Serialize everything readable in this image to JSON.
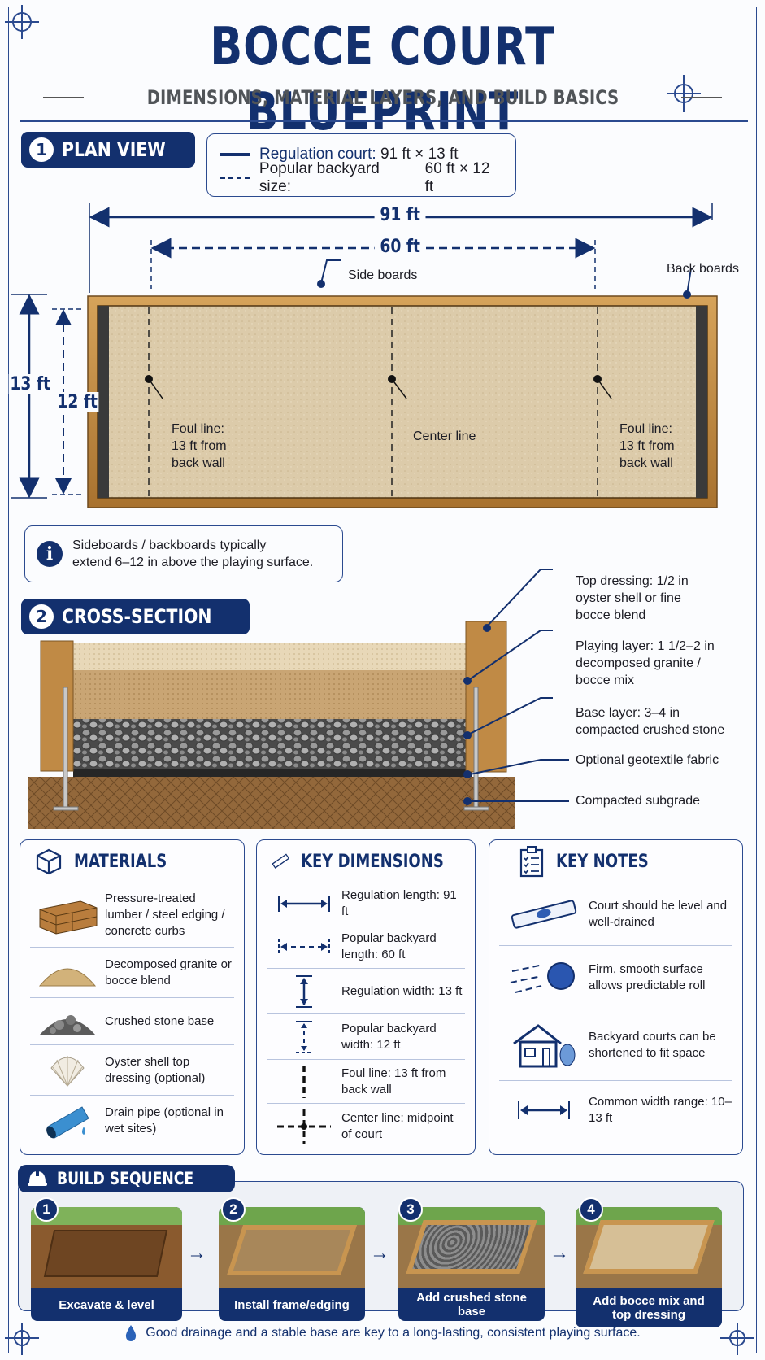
{
  "header": {
    "title": "BOCCE COURT BLUEPRINT",
    "subtitle": "DIMENSIONS, MATERIAL LAYERS, AND BUILD BASICS"
  },
  "plan_view": {
    "badge_number": "1",
    "badge_label": "PLAN VIEW",
    "legend": [
      {
        "key": "Regulation court:",
        "value": "91 ft × 13 ft",
        "style": "solid"
      },
      {
        "key": "Popular backyard size:",
        "value": "60 ft × 12 ft",
        "style": "dashed"
      }
    ],
    "dimensions": {
      "regulation_length": "91 ft",
      "backyard_length": "60 ft",
      "regulation_width": "13 ft",
      "backyard_width": "12 ft"
    },
    "labels": {
      "side_boards": "Side boards",
      "back_boards": "Back boards",
      "foul_line_left": [
        "Foul line:",
        "13 ft from",
        "back wall"
      ],
      "center_line": "Center line",
      "foul_line_right": [
        "Foul line:",
        "13 ft from",
        "back wall"
      ]
    },
    "info": {
      "icon": "info-icon",
      "line1": "Sideboards / backboards typically",
      "line2": "extend 6–12 in above the playing surface."
    }
  },
  "cross_section": {
    "badge_number": "2",
    "badge_label": "CROSS-SECTION",
    "layers": [
      {
        "lines": [
          "Top dressing: 1/2 in",
          "oyster shell or fine",
          "bocce blend"
        ]
      },
      {
        "lines": [
          "Playing layer: 1 1/2–2 in",
          "decomposed granite /",
          "bocce mix"
        ]
      },
      {
        "lines": [
          "Base layer:  3–4 in",
          "compacted crushed stone"
        ]
      },
      {
        "lines": [
          "Optional geotextile fabric"
        ]
      },
      {
        "lines": [
          "Compacted subgrade"
        ]
      }
    ]
  },
  "materials": {
    "title": "MATERIALS",
    "icon": "box-icon",
    "items": [
      {
        "icon": "lumber-icon",
        "text": "Pressure-treated lumber / steel edging / concrete curbs"
      },
      {
        "icon": "granite-pile-icon",
        "text": "Decomposed granite or bocce blend"
      },
      {
        "icon": "stone-pile-icon",
        "text": "Crushed stone base"
      },
      {
        "icon": "shell-icon",
        "text": "Oyster shell top dressing (optional)"
      },
      {
        "icon": "drain-pipe-icon",
        "text": "Drain pipe (optional in wet sites)"
      }
    ]
  },
  "key_dimensions": {
    "title": "KEY DIMENSIONS",
    "icon": "ruler-icon",
    "items": [
      {
        "icon": "solid-horizontal-arrow-icon",
        "text": "Regulation length: 91 ft"
      },
      {
        "icon": "dashed-horizontal-arrow-icon",
        "text": "Popular backyard length: 60 ft"
      },
      {
        "icon": "solid-vertical-arrow-icon",
        "text": "Regulation width: 13 ft"
      },
      {
        "icon": "dashed-vertical-arrow-icon",
        "text": "Popular backyard width: 12 ft"
      },
      {
        "icon": "dashed-vertical-line-icon",
        "text": "Foul line: 13 ft from back wall"
      },
      {
        "icon": "center-cross-icon",
        "text": "Center line: midpoint of court"
      }
    ]
  },
  "key_notes": {
    "title": "KEY NOTES",
    "icon": "clipboard-icon",
    "items": [
      {
        "icon": "level-icon",
        "text": "Court should be level and well-drained"
      },
      {
        "icon": "rolling-ball-icon",
        "text": "Firm, smooth surface allows predictable roll"
      },
      {
        "icon": "house-icon",
        "text": "Backyard courts can be shortened to fit space"
      },
      {
        "icon": "width-arrow-icon",
        "text": "Common width range: 10–13 ft"
      }
    ]
  },
  "build_sequence": {
    "title": "BUILD SEQUENCE",
    "icon": "hard-hat-icon",
    "steps": [
      {
        "number": "1",
        "label": "Excavate & level"
      },
      {
        "number": "2",
        "label": "Install frame/edging"
      },
      {
        "number": "3",
        "label": "Add crushed stone base"
      },
      {
        "number": "4",
        "label": "Add bocce mix and top dressing"
      }
    ]
  },
  "footer": {
    "icon": "water-drop-icon",
    "text": "Good drainage and a stable base are key to a long-lasting, consistent playing surface."
  },
  "colors": {
    "navy": "#13306e",
    "wood": "#b8823e",
    "sand": "#dccbaa",
    "stone": "#7a7a7a",
    "soil": "#8a6238"
  }
}
